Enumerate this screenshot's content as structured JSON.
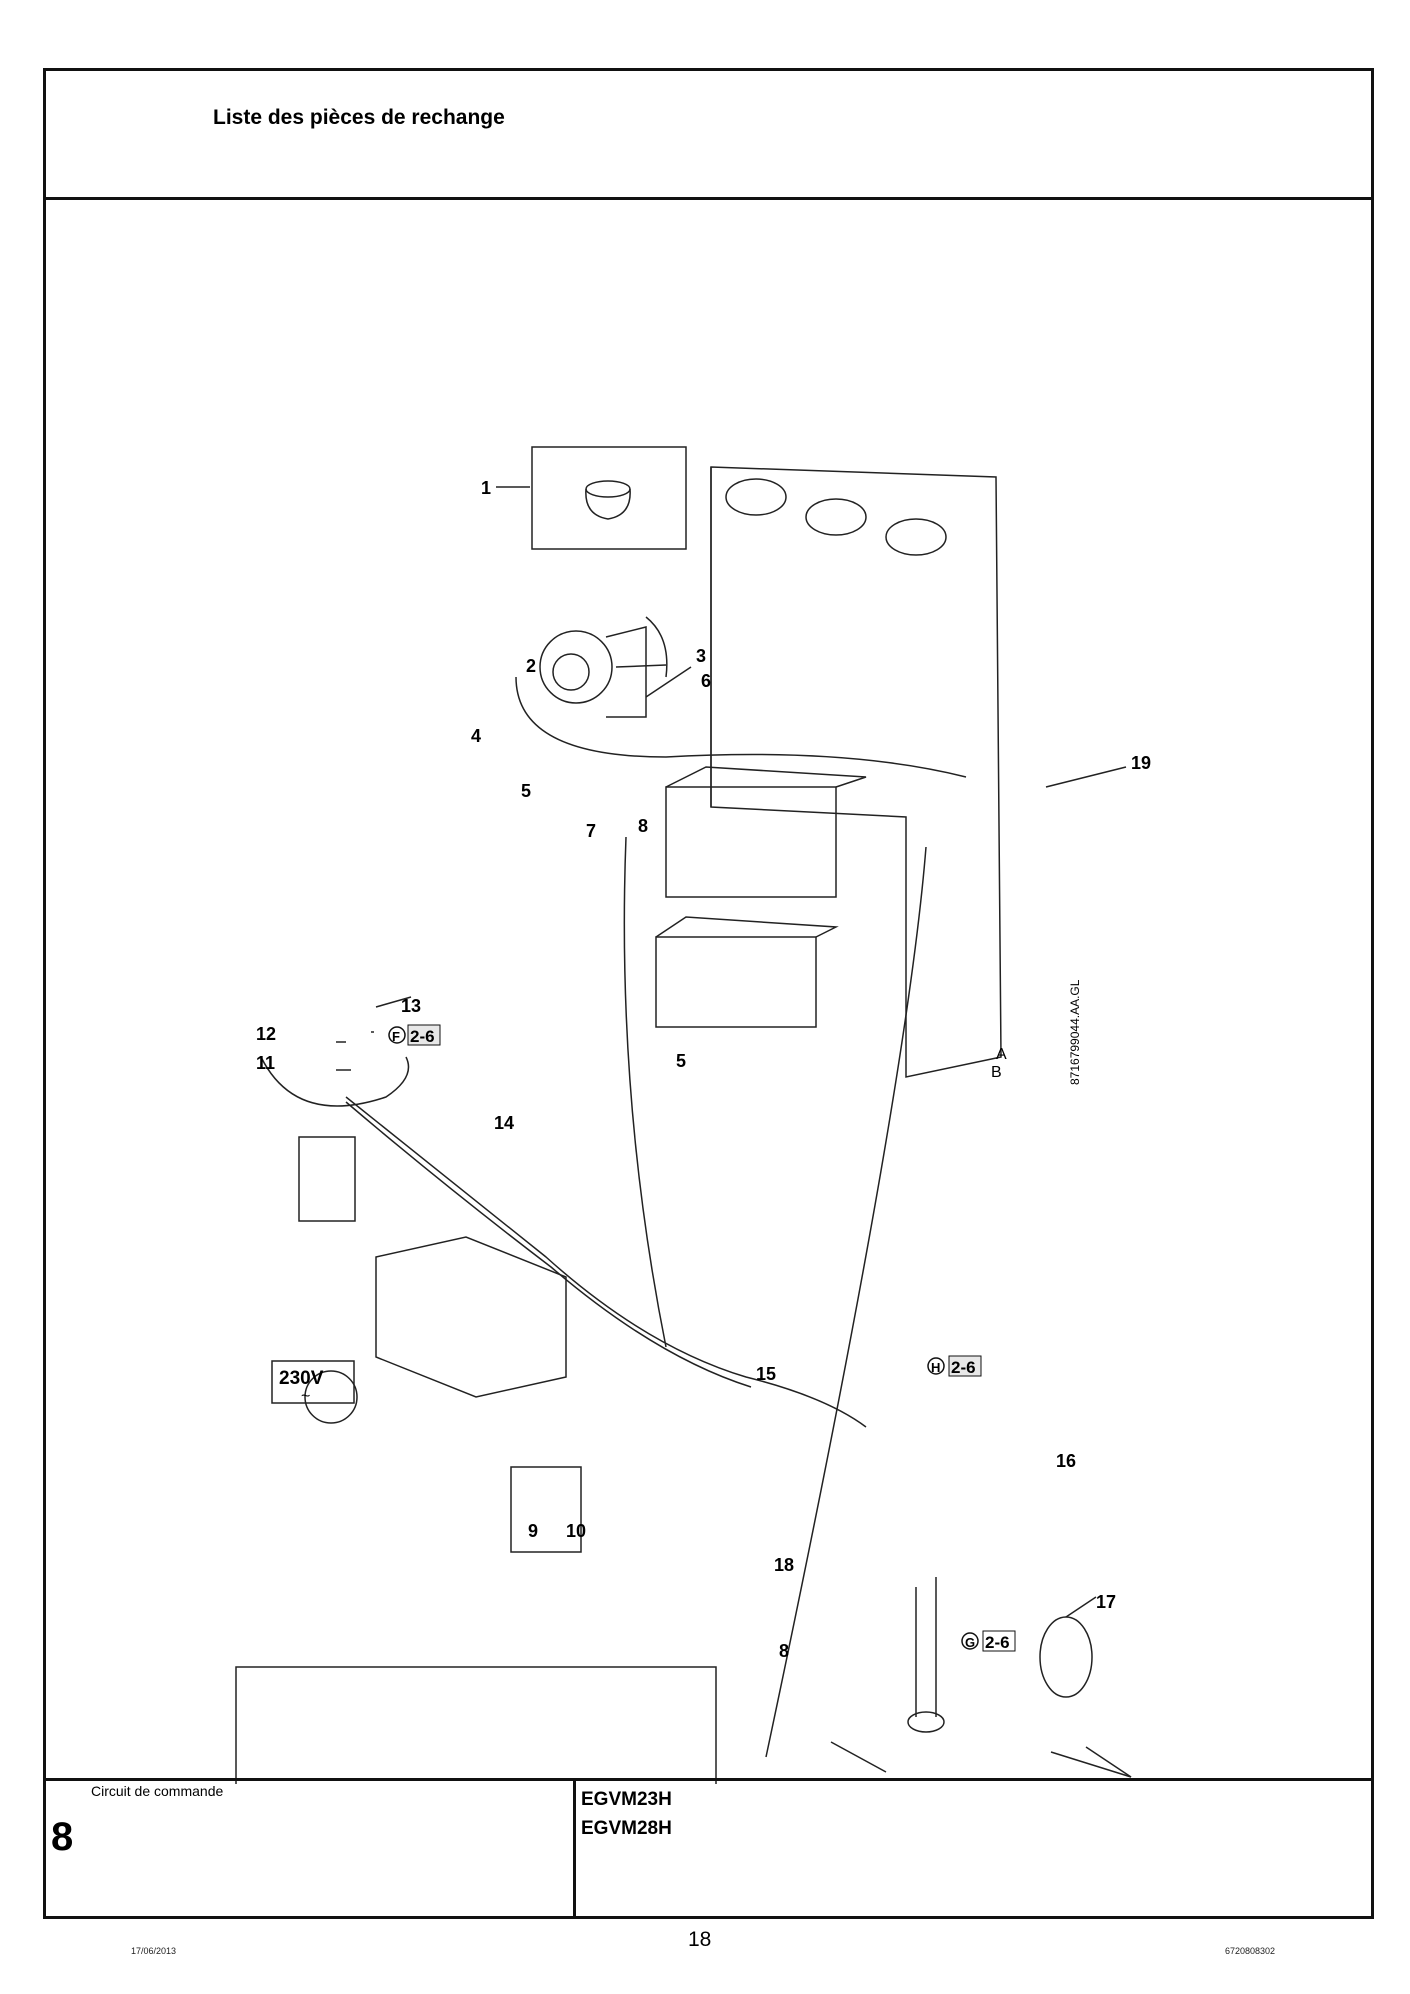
{
  "header": {
    "title": "Liste des pièces de rechange"
  },
  "diagram": {
    "callouts": [
      "1",
      "2",
      "3",
      "4",
      "5",
      "6",
      "7",
      "8",
      "19",
      "13",
      "12",
      "11",
      "5",
      "14",
      "15",
      "16",
      "9",
      "10",
      "18",
      "8",
      "17"
    ],
    "refs": [
      {
        "letter": "F",
        "code": "2-6"
      },
      {
        "letter": "H",
        "code": "2-6"
      },
      {
        "letter": "G",
        "code": "2-6"
      }
    ],
    "voltage_label": "230V",
    "ac_symbol": "~",
    "drawing_id": "8716799044.AA.GL",
    "point_labels": [
      "A",
      "B"
    ]
  },
  "footer": {
    "section_name": "Circuit de commande",
    "section_number": "8",
    "models": [
      "EGVM23H",
      "EGVM28H"
    ]
  },
  "page": {
    "date": "17/06/2013",
    "number": "18",
    "doc_code": "6720808302"
  }
}
